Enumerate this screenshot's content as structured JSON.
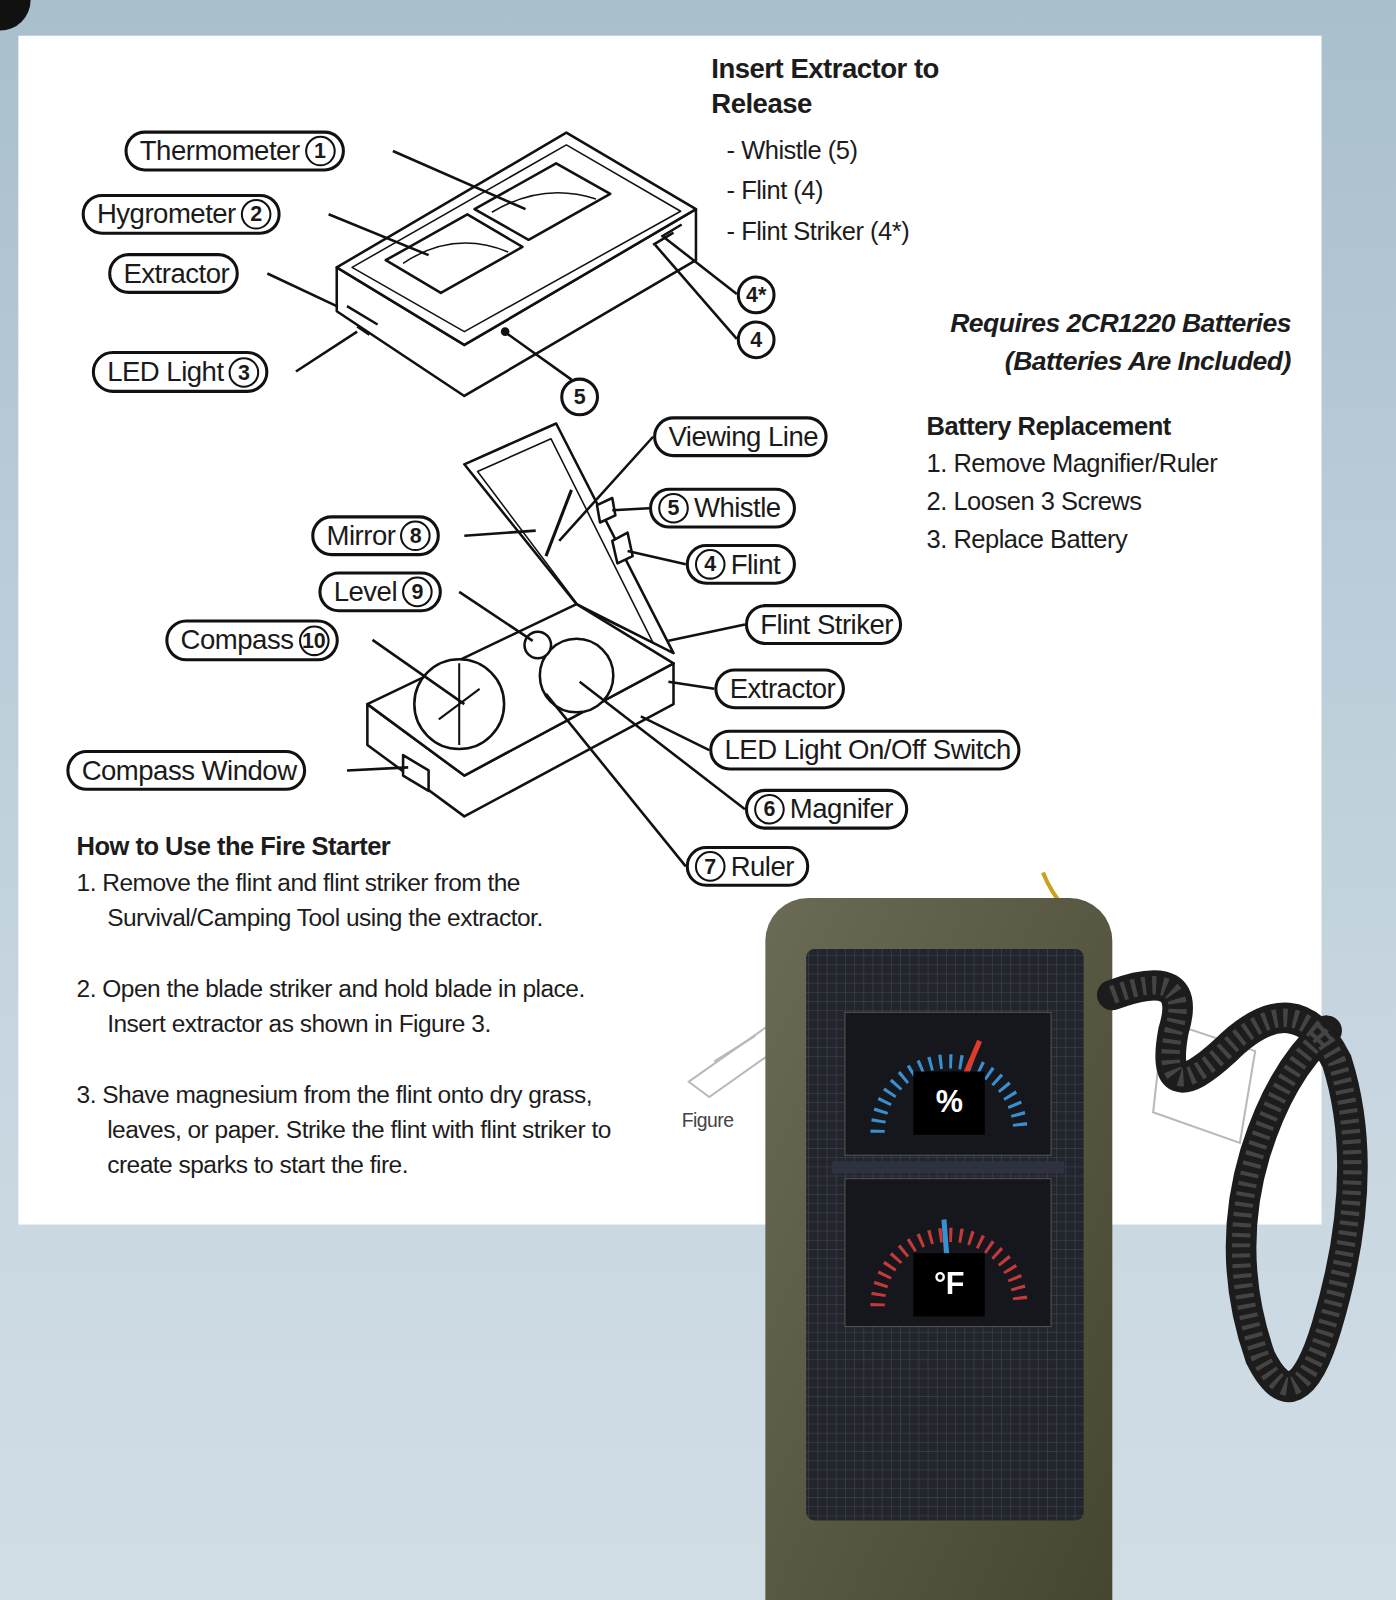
{
  "diagram": {
    "nodes": [
      {
        "text": [
          "Thermometer",
          "1"
        ]
      },
      {
        "text": [
          "Hygrometer",
          "2"
        ]
      },
      {
        "text": [
          "Extractor"
        ]
      },
      {
        "text": [
          "LED Light",
          "3"
        ]
      },
      {
        "text": [
          "4*"
        ]
      },
      {
        "text": [
          "4"
        ]
      },
      {
        "text": [
          "5"
        ]
      },
      {
        "text": [
          "Viewing Line"
        ]
      },
      {
        "text": [
          "5",
          "Whistle"
        ]
      },
      {
        "text": [
          "Mirror",
          "8"
        ]
      },
      {
        "text": [
          "4",
          "Flint"
        ]
      },
      {
        "text": [
          "Level",
          "9"
        ]
      },
      {
        "text": [
          "Flint Striker"
        ]
      },
      {
        "text": [
          "Compass",
          "10"
        ]
      },
      {
        "text": [
          "Extractor"
        ]
      },
      {
        "text": [
          "Compass Window"
        ]
      },
      {
        "text": [
          "LED Light On/Off Switch"
        ]
      },
      {
        "text": [
          "6",
          "Magnifer"
        ]
      },
      {
        "text": [
          "7",
          "Ruler"
        ]
      }
    ],
    "labels": [
      "Insert Extractor to Release",
      "- Whistle (5)",
      "- Flint (4)",
      "- Flint Striker (4*)",
      "Requires 2CR1220 Batteries (Batteries Are Included)",
      "Battery Replacement",
      "1. Remove Magnifier/Ruler",
      "2. Loosen 3 Screws",
      "3. Replace Battery",
      "How to Use the Fire Starter",
      "1. Remove the flint and flint striker from the Survival/Camping Tool using the extractor.",
      "2. Open the blade striker and hold blade in place. Insert extractor as shown in Figure 3.",
      "3. Shave magnesium from the flint onto dry grass, leaves, or paper. Strike the flint with flint striker to create sparks to start the fire.",
      "Figure",
      "%",
      "°F"
    ]
  }
}
